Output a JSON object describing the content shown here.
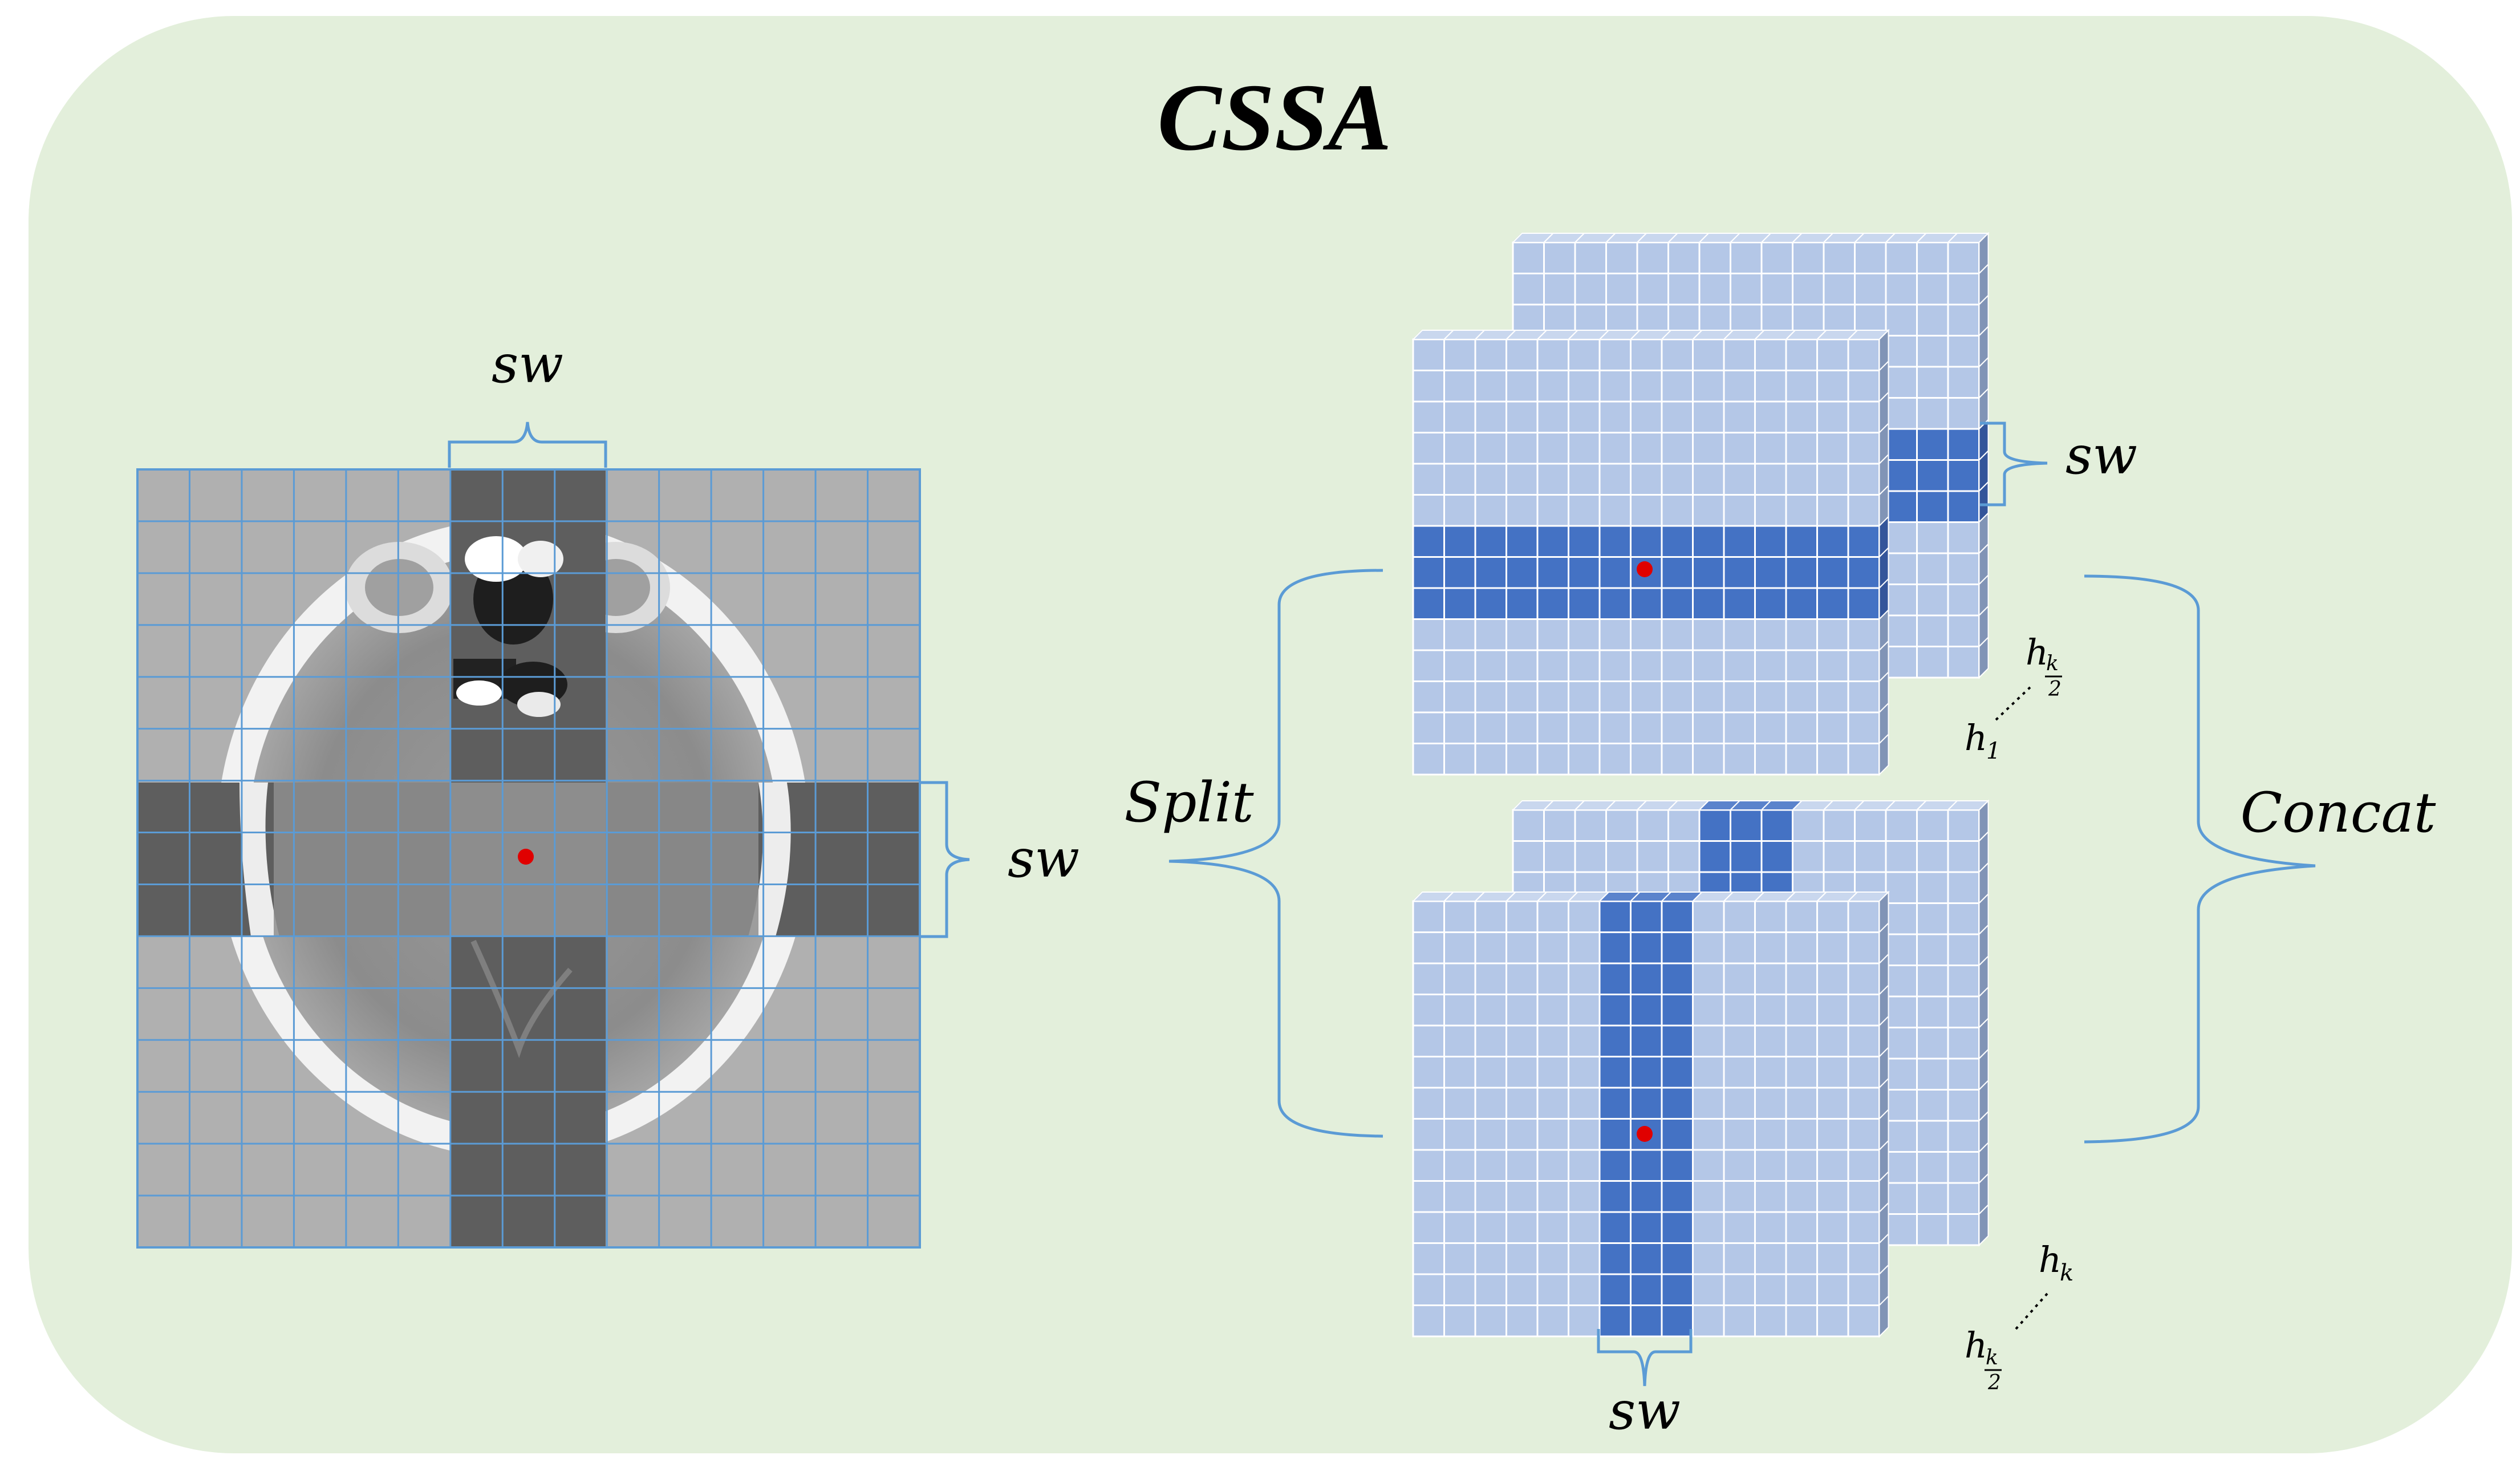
{
  "title": "CSSA",
  "labels": {
    "sw_top": "sw",
    "sw_right": "sw",
    "sw_upper_stack": "sw",
    "sw_bottom": "sw",
    "split": "Split",
    "concat": "Concat"
  },
  "head_indices": {
    "upper_stack": {
      "front": "h",
      "front_sub": "1",
      "back": "h",
      "back_sub_num": "k",
      "back_sub_den": "2"
    },
    "lower_stack": {
      "front": "h",
      "front_sub_num": "k",
      "front_sub_den": "2",
      "back": "h",
      "back_sub": "k"
    }
  },
  "colors": {
    "panel_background": "#e3efdb",
    "grid_line": "#5b9bd5",
    "image_gray": "#b0b0b0",
    "stripe_dark": "#5e5e5e",
    "cell_light": "#b4c7e7",
    "cell_dark": "#4472c4",
    "cell_border": "#ffffff",
    "query_point": "#e00000",
    "brace": "#5b9bd5"
  },
  "icons": {
    "query_point": "red-dot-icon",
    "ct_scan": "brain-ct-slice-image"
  }
}
